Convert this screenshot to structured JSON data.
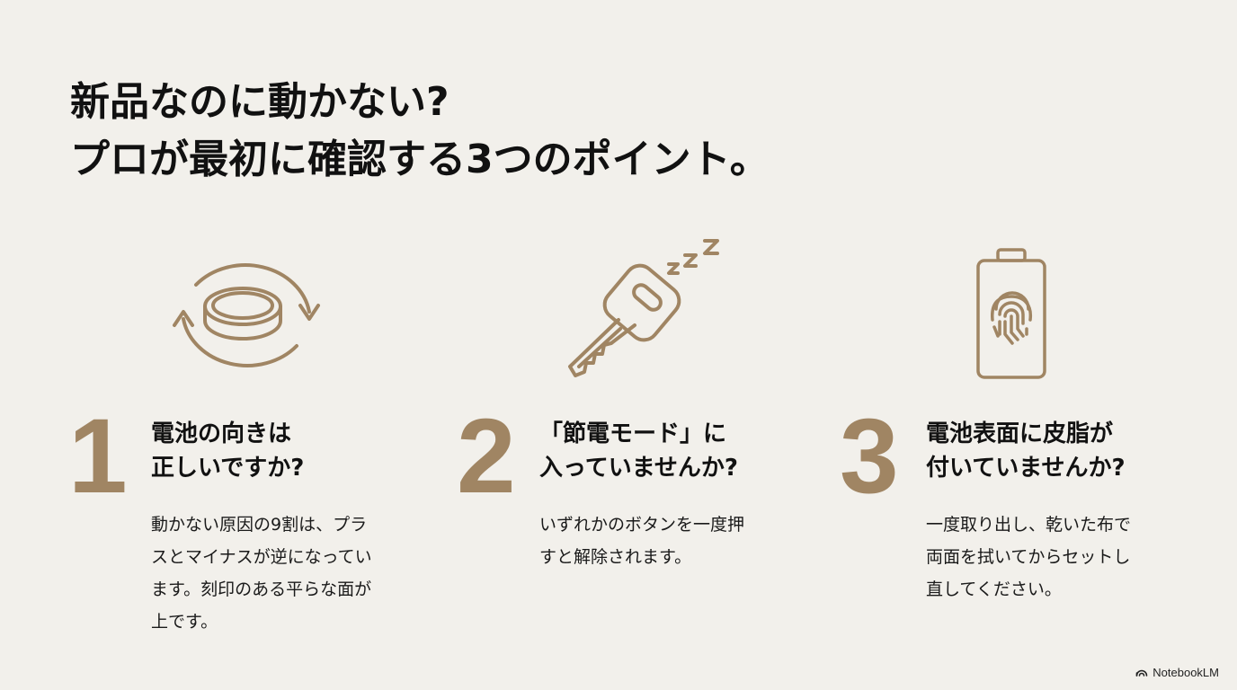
{
  "title": {
    "line1": "新品なのに動かない?",
    "line2": "プロが最初に確認する3つのポイント。"
  },
  "colors": {
    "background": "#f2f0eb",
    "accent": "#a08563",
    "text": "#111111"
  },
  "points": [
    {
      "number": "1",
      "icon": "battery-coin-flip-icon",
      "heading_line1": "電池の向きは",
      "heading_line2": "正しいですか?",
      "body_line1": "動かない原因の9割は、プラ",
      "body_line2": "スとマイナスが逆になってい",
      "body_line3": "ます。刻印のある平らな面が",
      "body_line4": "上です。"
    },
    {
      "number": "2",
      "icon": "sleeping-key-icon",
      "heading_line1": "「節電モード」に",
      "heading_line2": "入っていませんか?",
      "body_line1": "いずれかのボタンを一度押",
      "body_line2": "すと解除されます。"
    },
    {
      "number": "3",
      "icon": "battery-fingerprint-icon",
      "heading_line1": "電池表面に皮脂が",
      "heading_line2": "付いていませんか?",
      "body_line1": "一度取り出し、乾いた布で",
      "body_line2": "両面を拭いてからセットし",
      "body_line3": "直してください。"
    }
  ],
  "brand": {
    "label": "NotebookLM",
    "icon": "notebooklm-logo-icon"
  }
}
